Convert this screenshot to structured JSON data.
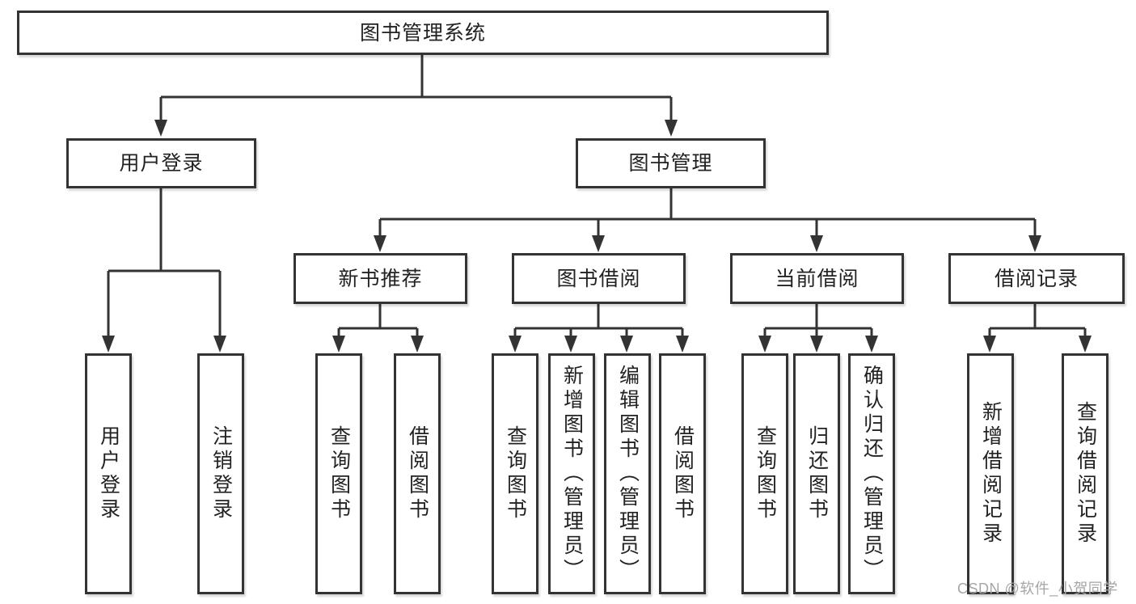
{
  "diagram": {
    "type": "hierarchy-tree",
    "root": {
      "label": "图书管理系统",
      "children": [
        {
          "label": "用户登录",
          "children": [
            {
              "label": "用户登录"
            },
            {
              "label": "注销登录"
            }
          ]
        },
        {
          "label": "图书管理",
          "children": [
            {
              "label": "新书推荐",
              "children": [
                {
                  "label": "查询图书"
                },
                {
                  "label": "借阅图书"
                }
              ]
            },
            {
              "label": "图书借阅",
              "children": [
                {
                  "label": "查询图书"
                },
                {
                  "label": "新增图书（管理员）"
                },
                {
                  "label": "编辑图书（管理员）"
                },
                {
                  "label": "借阅图书"
                }
              ]
            },
            {
              "label": "当前借阅",
              "children": [
                {
                  "label": "查询图书"
                },
                {
                  "label": "归还图书"
                },
                {
                  "label": "确认归还（管理员）"
                }
              ]
            },
            {
              "label": "借阅记录",
              "children": [
                {
                  "label": "新增借阅记录"
                },
                {
                  "label": "查询借阅记录"
                }
              ]
            }
          ]
        }
      ]
    }
  },
  "watermark": {
    "text": "CSDN @软件_小贺同学",
    "color": "#a6a6a6"
  },
  "colors": {
    "line": "#333333",
    "box_border": "#333333",
    "box_fill": "#ffffff",
    "text": "#222222",
    "background": "#ffffff"
  }
}
